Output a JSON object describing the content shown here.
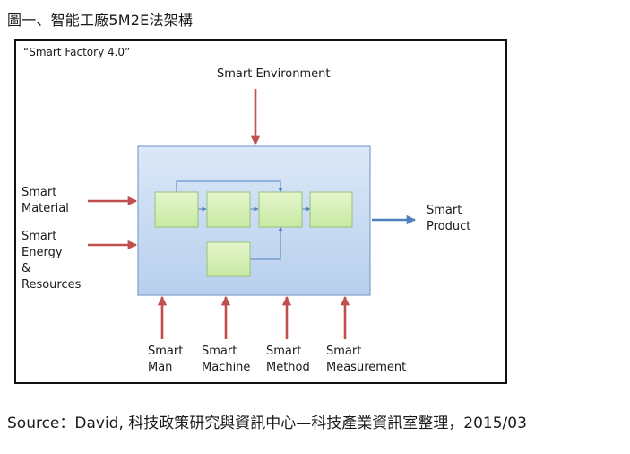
{
  "figure_title": "圖一、智能工廠5M2E法架構",
  "frame_label": "“Smart Factory 4.0”",
  "inputs": {
    "environment": "Smart Environment",
    "material_1": "Smart",
    "material_2": "Material",
    "energy_1": "Smart",
    "energy_2": "Energy",
    "energy_3": "&",
    "energy_4": "Resources",
    "man_1": "Smart",
    "man_2": "Man",
    "machine_1": "Smart",
    "machine_2": "Machine",
    "method_1": "Smart",
    "method_2": "Method",
    "measurement_1": "Smart",
    "measurement_2": "Measurement"
  },
  "output": {
    "product_1": "Smart",
    "product_2": "Product"
  },
  "source": "Source：David, 科技政策研究與資訊中心—科技產業資訊室整理，2015/03",
  "colors": {
    "input_arrow": "#c0504d",
    "output_arrow": "#4f81bd",
    "factory_fill": "#c6d9f1",
    "factory_border": "#7f9fcf",
    "process_fill": "#d6f0b4",
    "process_border": "#92c37a",
    "flow_line": "#4f81bd"
  }
}
